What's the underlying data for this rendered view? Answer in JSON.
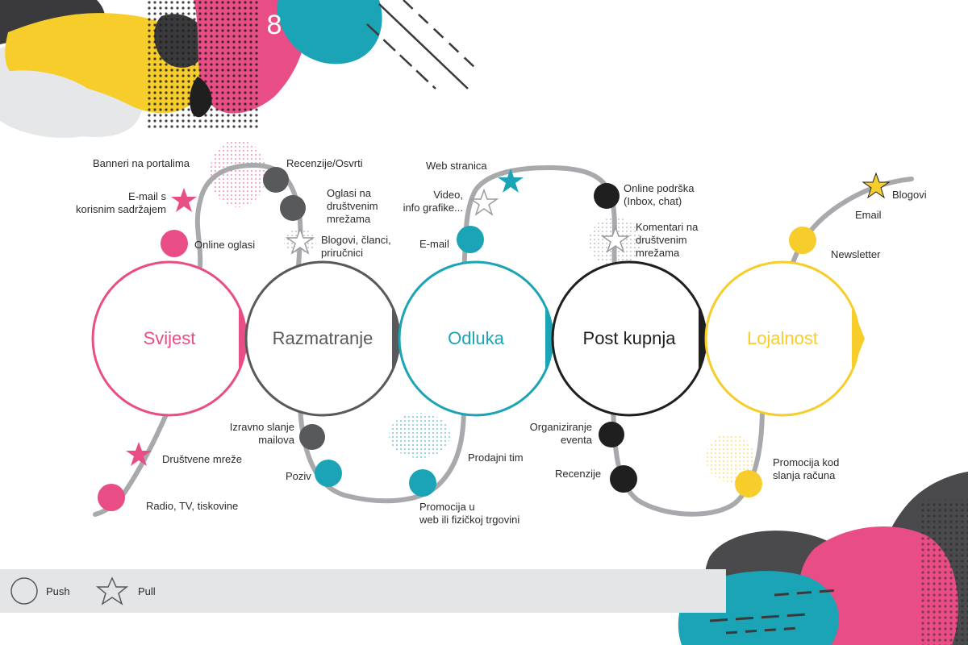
{
  "colors": {
    "pink": "#e94d86",
    "gray": "#58595b",
    "teal": "#1ba4b5",
    "black": "#1f1f1f",
    "yellow": "#f6cd2a",
    "path": "#a7a9ac"
  },
  "stages": [
    {
      "label": "Svijest",
      "color": "pink"
    },
    {
      "label": "Razmatranje",
      "color": "gray"
    },
    {
      "label": "Odluka",
      "color": "teal"
    },
    {
      "label": "Post kupnja",
      "color": "black"
    },
    {
      "label": "Lojalnost",
      "color": "yellow"
    }
  ],
  "touchpoints": {
    "banneri": "Banneri na portalima",
    "email_sadrzaj": "E-mail s\nkorisnim sadržajem",
    "online_oglasi": "Online oglasi",
    "drustvene_mreze": "Društvene mreže",
    "radio_tv": "Radio, TV, tiskovine",
    "recenzije_osvrti": "Recenzije/Osvrti",
    "oglasi_mreze": "Oglasi na\ndruštvenim\nmrežama",
    "blogovi_clanci": "Blogovi, članci,\npriručnici",
    "izravno_slanje": "Izravno slanje\nmailova",
    "poziv": "Poziv",
    "web_stranica": "Web stranica",
    "video": "Video,\ninfo grafike...",
    "email": "E-mail",
    "prodajni_tim": "Prodajni tim",
    "promocija_web": "Promocija u\nweb ili fizičkoj trgovini",
    "online_podrska": "Online podrška\n(Inbox, chat)",
    "komentari": "Komentari na\ndruštvenim\nmrežama",
    "organiziranje": "Organiziranje\neventa",
    "recenzije": "Recenzije",
    "blogovi": "Blogovi",
    "email_loyal": "Email",
    "newsletter": "Newsletter",
    "promocija_racun": "Promocija kod\nslanja računa"
  },
  "legend": {
    "push": "Push",
    "pull": "Pull"
  },
  "logo_glyph": "8"
}
